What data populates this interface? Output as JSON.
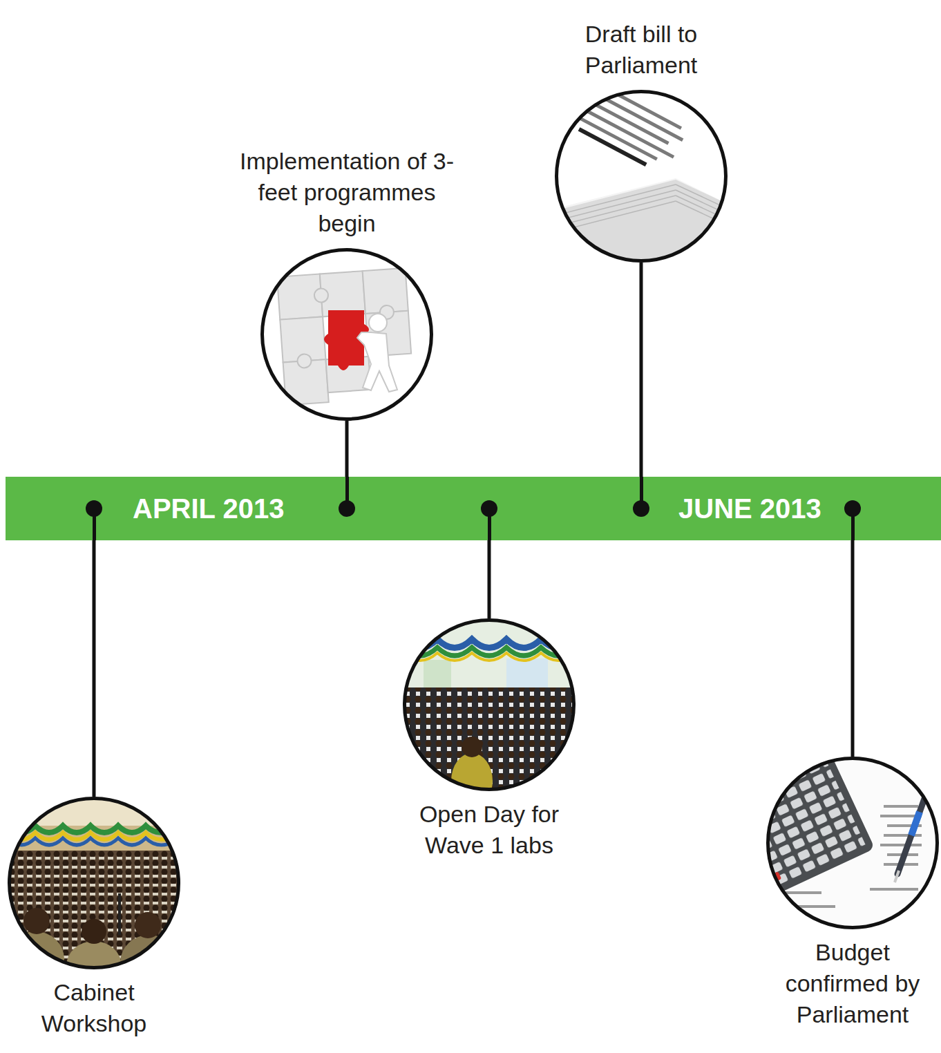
{
  "diagram": {
    "nodes": [
      {
        "text": [
          "APRIL 2013",
          "JUNE 2013"
        ]
      },
      {
        "text": [
          "Cabinet Workshop"
        ]
      },
      {
        "text": [
          "Implementation of 3-feet programmes begin"
        ]
      },
      {
        "text": [
          "Open Day for Wave 1 labs"
        ]
      },
      {
        "text": [
          "Draft bill to Parliament"
        ]
      },
      {
        "text": [
          "Budget confirmed by Parliament"
        ]
      }
    ],
    "edges": [
      {
        "from": 0,
        "to": 1,
        "arrow": "none"
      },
      {
        "from": 0,
        "to": 2,
        "arrow": "none"
      },
      {
        "from": 0,
        "to": 3,
        "arrow": "none"
      },
      {
        "from": 0,
        "to": 4,
        "arrow": "none"
      },
      {
        "from": 0,
        "to": 5,
        "arrow": "none"
      }
    ]
  }
}
